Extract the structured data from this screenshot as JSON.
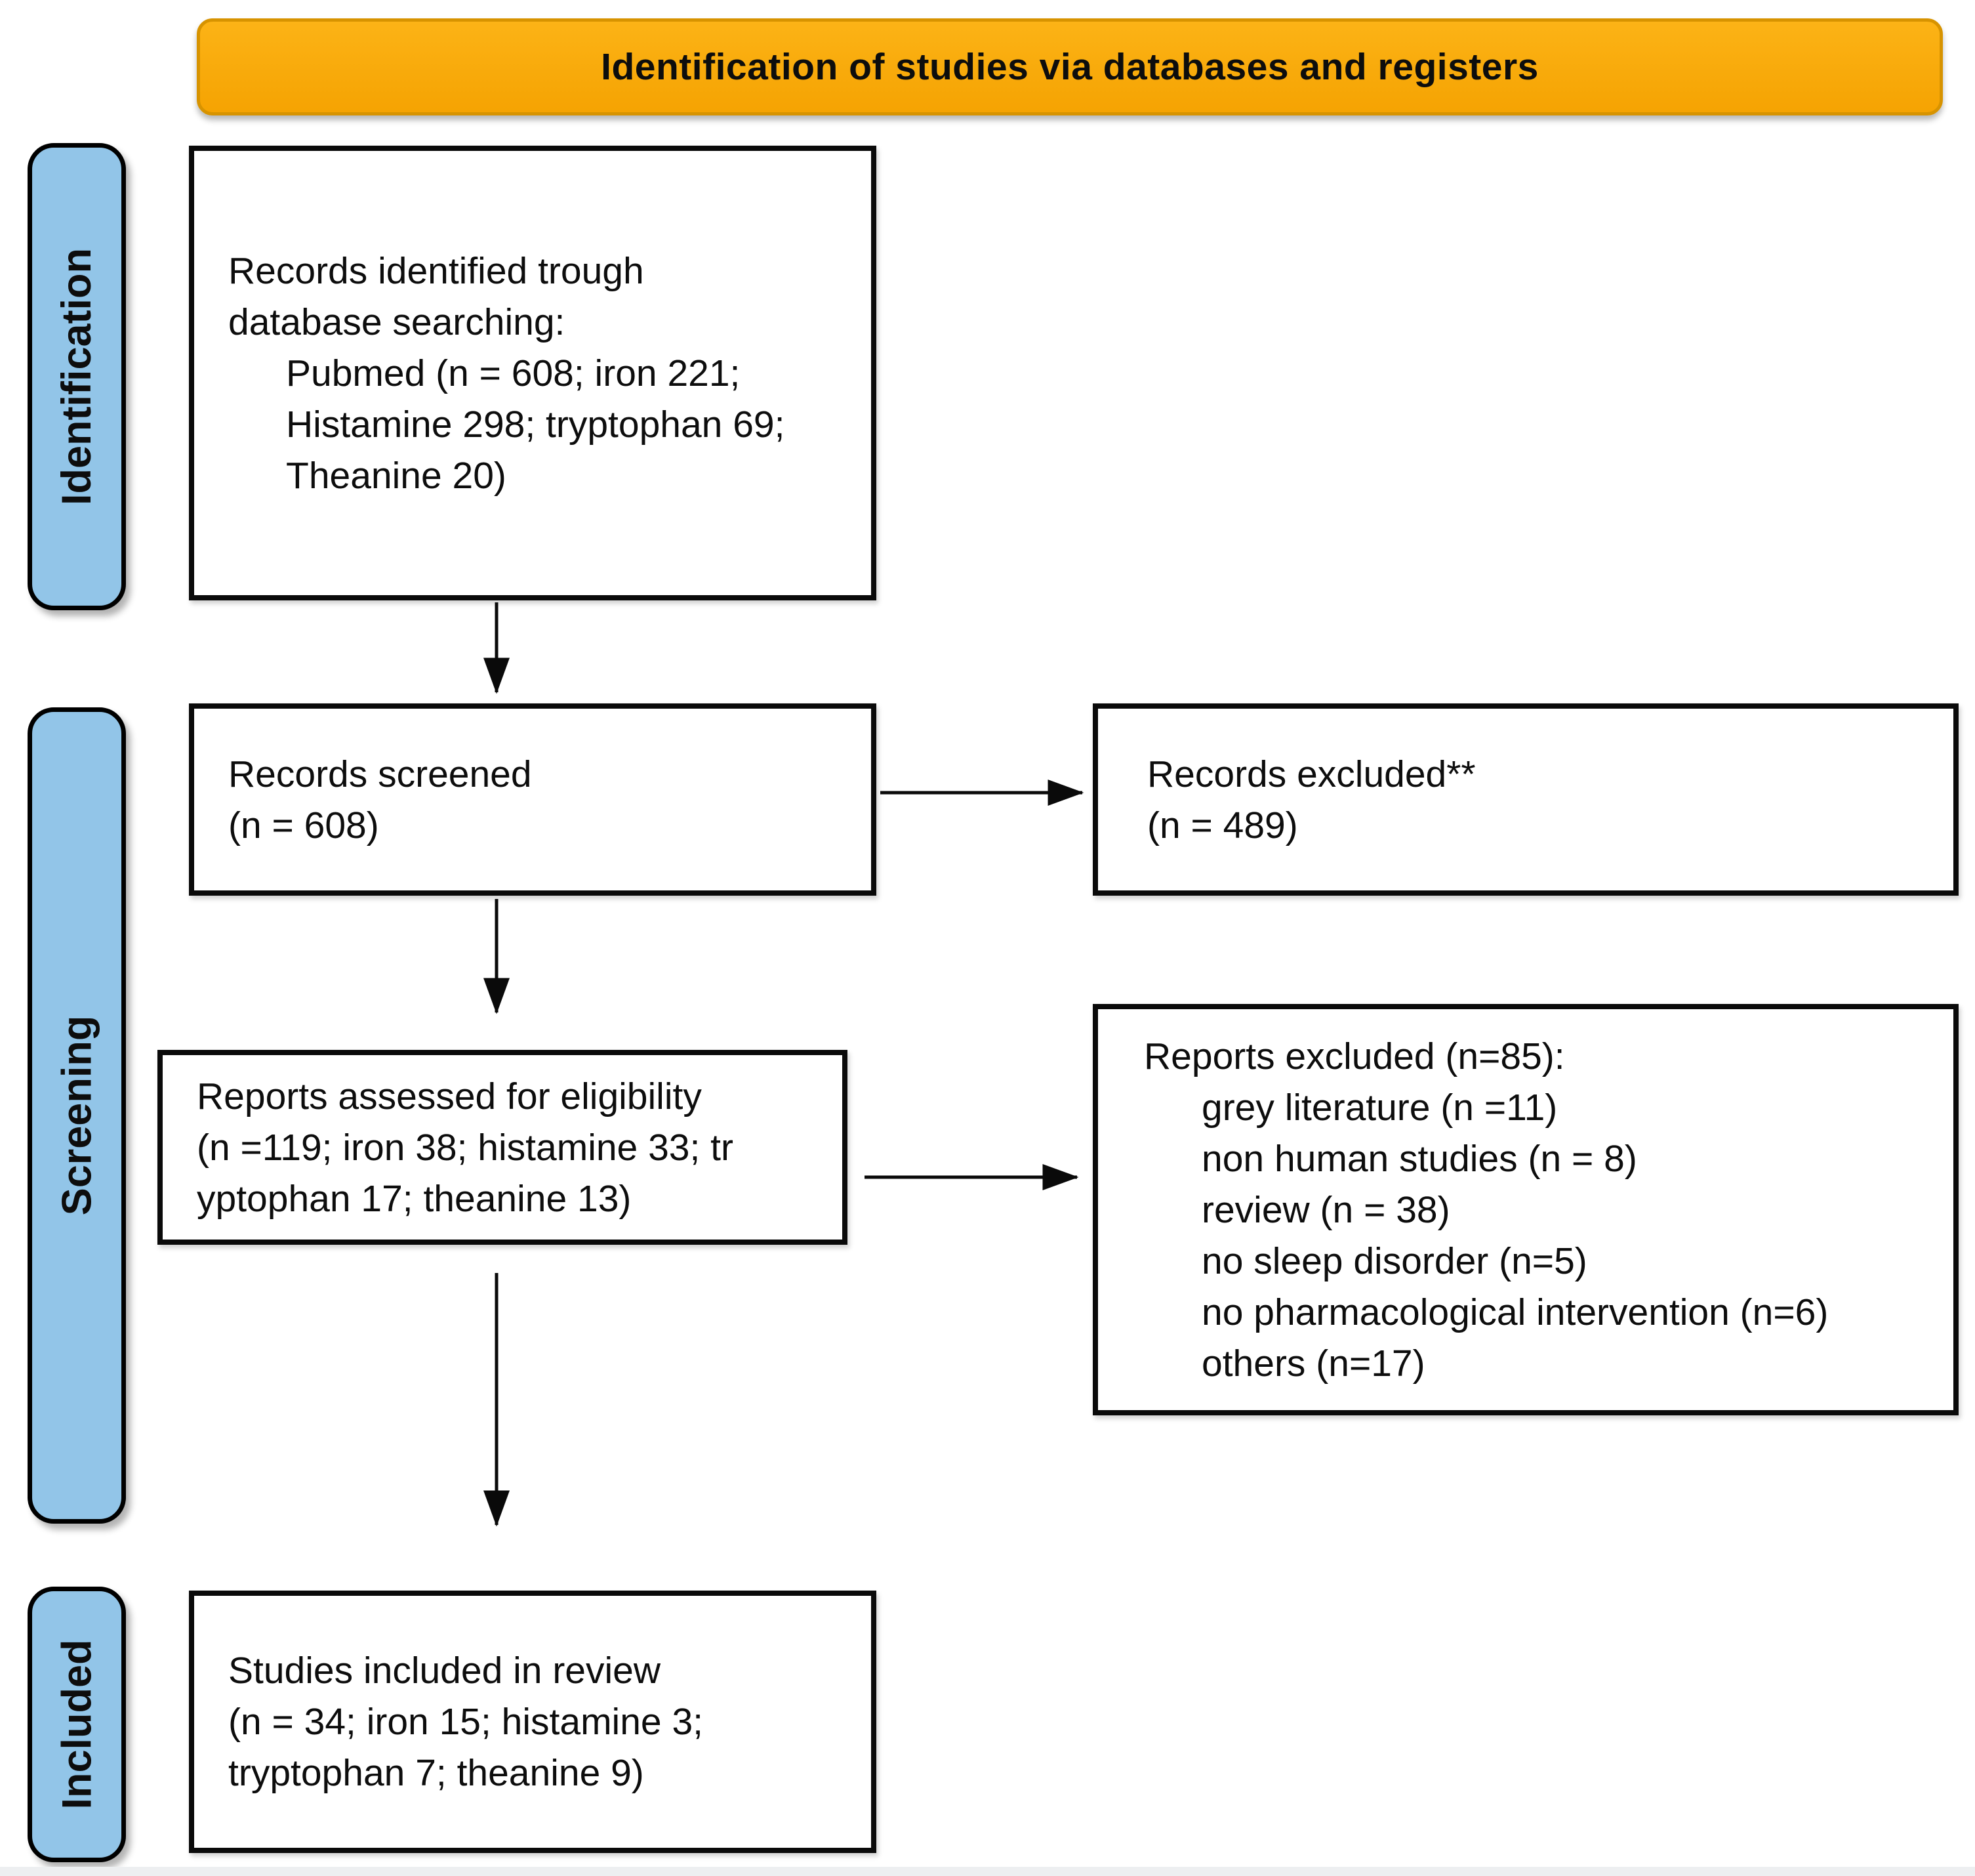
{
  "header": {
    "title": "Identification of studies via databases and registers"
  },
  "stages": [
    {
      "label": "Identification"
    },
    {
      "label": "Screening"
    },
    {
      "label": "Included"
    }
  ],
  "boxes": {
    "identified": {
      "lines": [
        "Records identified trough",
        "database searching:",
        "Pubmed (n = 608; iron 221;",
        "Histamine 298; tryptophan 69;",
        "Theanine 20)"
      ]
    },
    "screened": {
      "lines": [
        "Records screened",
        "(n = 608)"
      ]
    },
    "records_excluded": {
      "lines": [
        "Records excluded**",
        "(n = 489)"
      ]
    },
    "assessed": {
      "lines": [
        "Reports assessed for eligibility",
        "(n =119; iron 38; histamine 33; tr",
        "yptophan 17; theanine 13)"
      ]
    },
    "reports_excluded": {
      "lines": [
        "Reports excluded (n=85):",
        "grey literature (n =11)",
        "non human studies (n = 8)",
        "review (n = 38)",
        "no sleep disorder (n=5)",
        "no pharmacological intervention (n=6)",
        "others (n=17)"
      ]
    },
    "included": {
      "lines": [
        "Studies included in review",
        "(n = 34; iron 15; histamine 3;",
        "tryptophan 7; theanine 9)"
      ]
    }
  },
  "colors": {
    "banner_fill": "#f7a80b",
    "banner_border": "#d79300",
    "stage_fill": "#92c5e8",
    "box_border": "#0a0a0a",
    "text": "#0d0d0d"
  }
}
